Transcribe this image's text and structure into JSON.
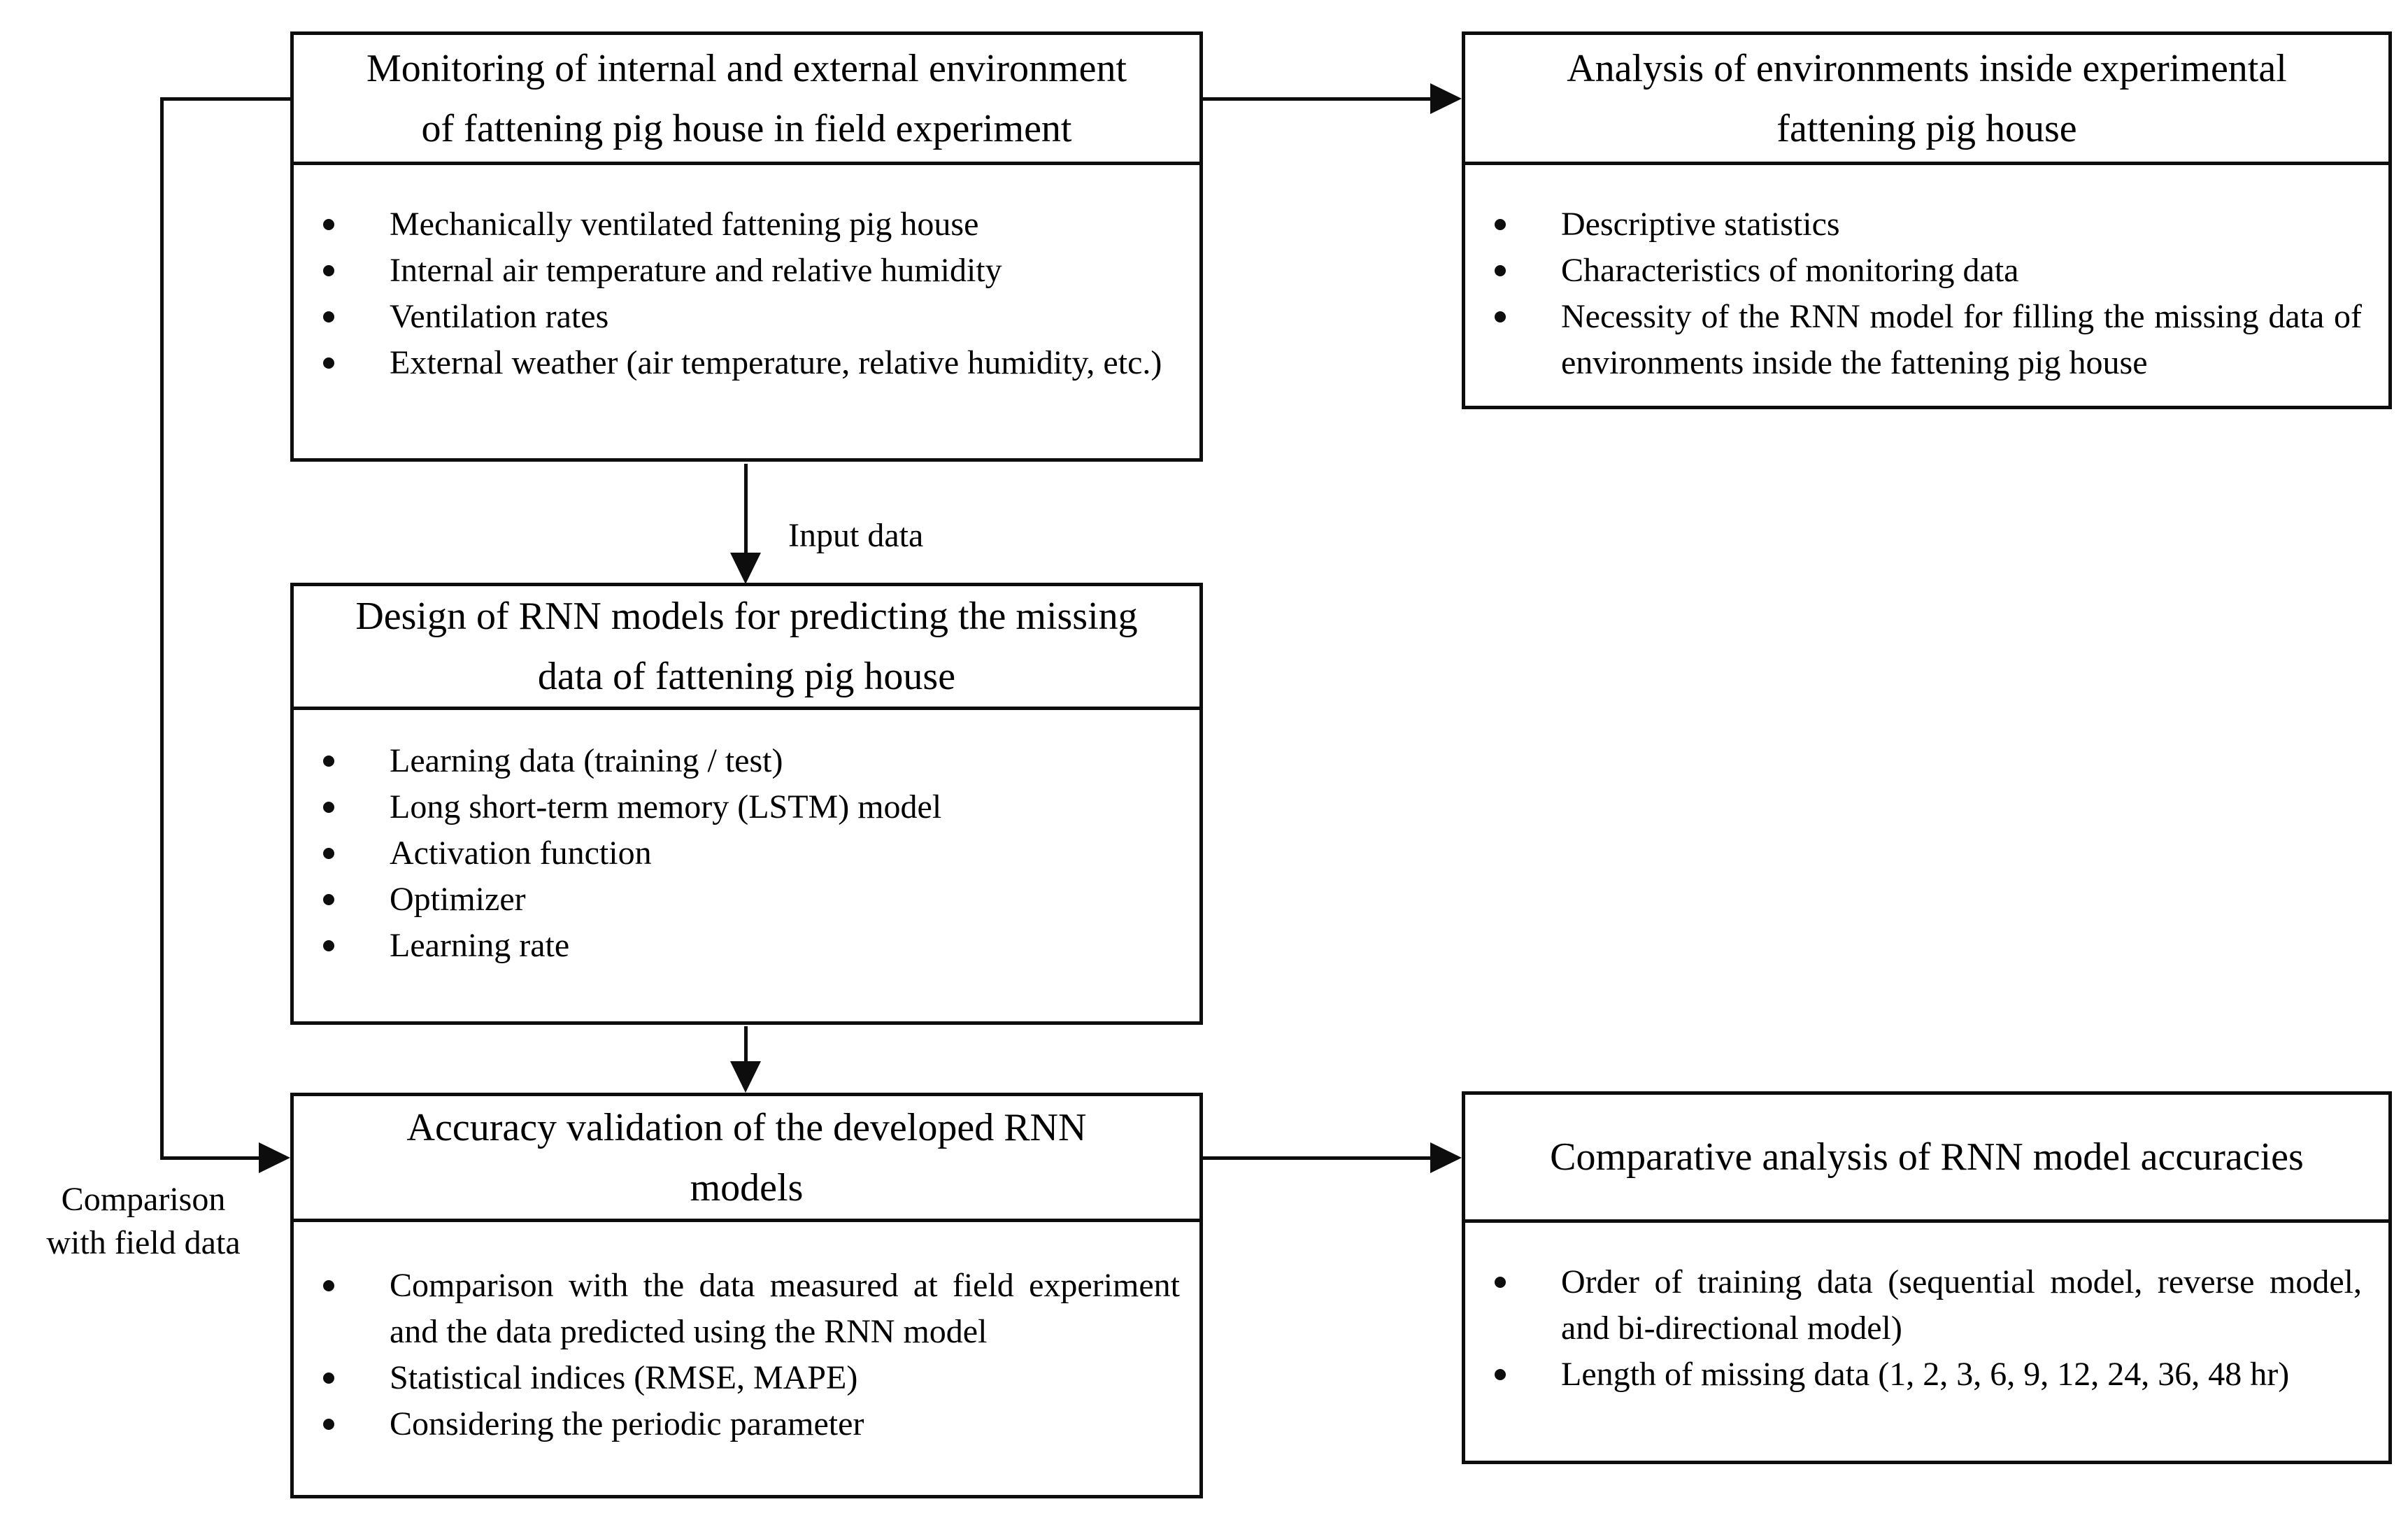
{
  "diagram": {
    "colors": {
      "ink": "#0d0d0d",
      "background": "#ffffff"
    },
    "boxes": [
      {
        "id": "monitoring",
        "title_lines": [
          "Monitoring of internal and external environment",
          "of fattening pig house in field experiment"
        ],
        "bullets": [
          "Mechanically ventilated fattening pig house",
          "Internal air temperature and relative humidity",
          "Ventilation rates",
          "External weather (air temperature, relative humidity, etc.)"
        ]
      },
      {
        "id": "analysis",
        "title_lines": [
          "Analysis of environments inside experimental",
          "fattening pig house"
        ],
        "bullets": [
          "Descriptive statistics",
          "Characteristics of monitoring data",
          "Necessity of the RNN model for filling the missing data of environments inside the fattening pig house"
        ]
      },
      {
        "id": "design",
        "title_lines": [
          "Design of RNN models for predicting the missing",
          "data of fattening pig house"
        ],
        "bullets": [
          "Learning data (training / test)",
          "Long short-term memory (LSTM) model",
          "Activation function",
          "Optimizer",
          "Learning rate"
        ]
      },
      {
        "id": "accuracy",
        "title_lines": [
          "Accuracy validation of the developed RNN",
          "models"
        ],
        "bullets": [
          "Comparison with the data measured at field experiment and the data predicted using the RNN model",
          "Statistical indices (RMSE, MAPE)",
          "Considering the periodic parameter"
        ]
      },
      {
        "id": "comparative",
        "title_lines": [
          "Comparative analysis of RNN model accuracies"
        ],
        "bullets": [
          "Order of training data (sequential model, reverse model, and bi-directional model)",
          "Length of missing data (1, 2, 3, 6, 9, 12, 24, 36, 48 hr)"
        ]
      }
    ],
    "labels": {
      "input_data": "Input data",
      "comparison_line1": "Comparison",
      "comparison_line2": "with field data"
    }
  }
}
